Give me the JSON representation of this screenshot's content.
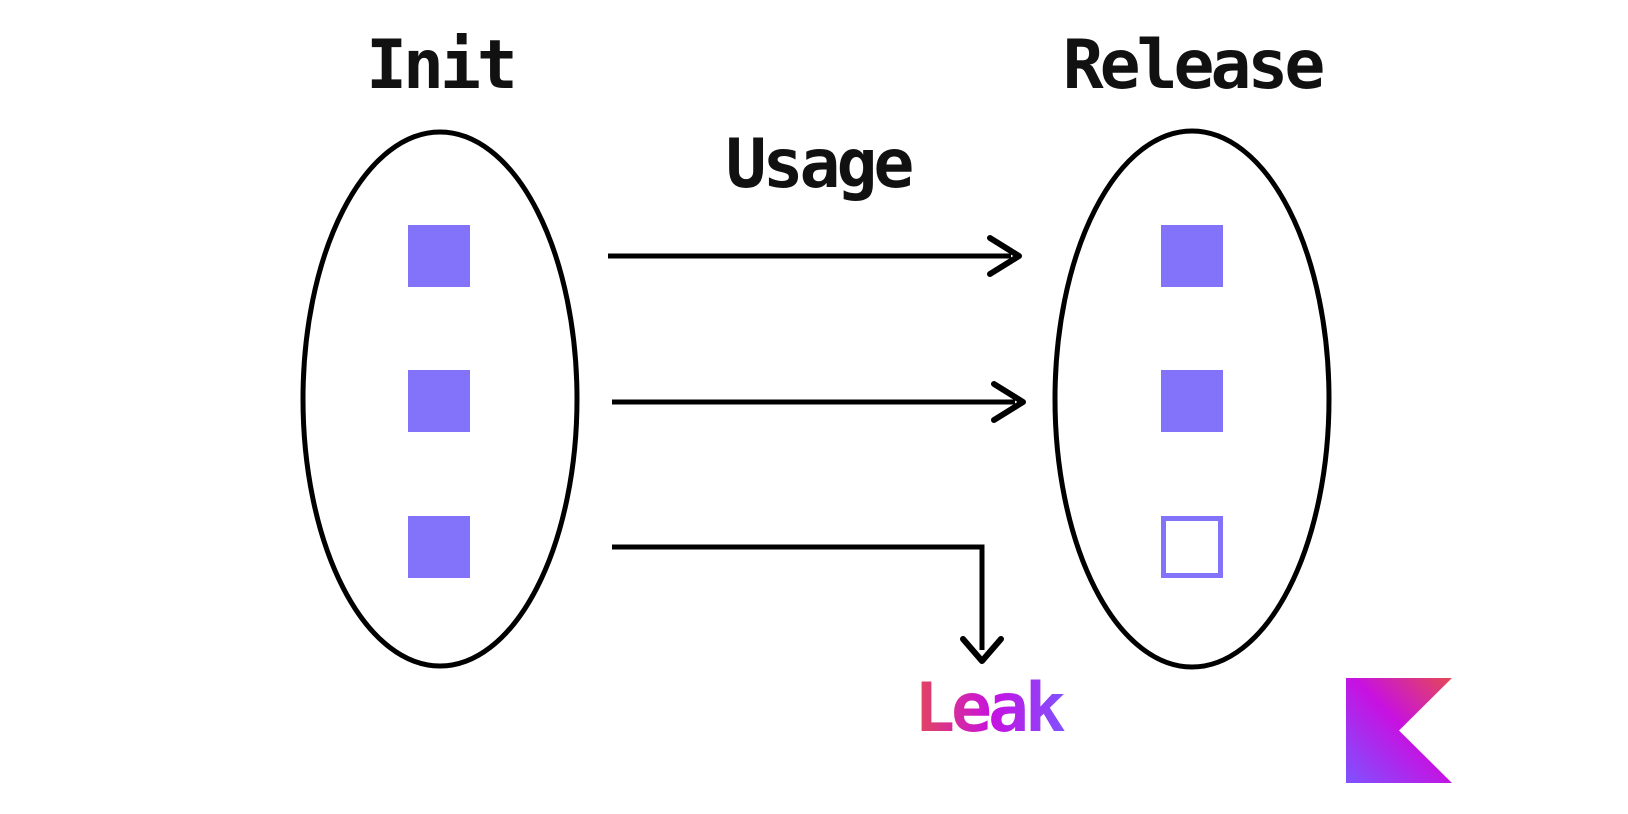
{
  "diagram": {
    "init_set": {
      "label": "Init",
      "squares": [
        "filled",
        "filled",
        "filled"
      ]
    },
    "release_set": {
      "label": "Release",
      "squares": [
        "filled",
        "filled",
        "outlined"
      ]
    },
    "usage_label": "Usage",
    "leak_label": "Leak",
    "arrows": [
      {
        "from": "init",
        "to": "release",
        "shape": "straight-right"
      },
      {
        "from": "init",
        "to": "release",
        "shape": "straight-right"
      },
      {
        "from": "init",
        "to": "leak",
        "shape": "elbow-right-then-down"
      }
    ]
  },
  "colors": {
    "background": "#ffffff",
    "line": "#000000",
    "text": "#111111",
    "square_fill": "#8273fa",
    "square_outline": "#8273fa",
    "leak_gradient": [
      "#e44857",
      "#c711e1",
      "#7f52ff"
    ],
    "kotlin_logo_gradient": [
      "#e44857",
      "#c711e1",
      "#7f52ff"
    ]
  },
  "icons": {
    "kotlin_logo": "kotlin-k-mark"
  }
}
